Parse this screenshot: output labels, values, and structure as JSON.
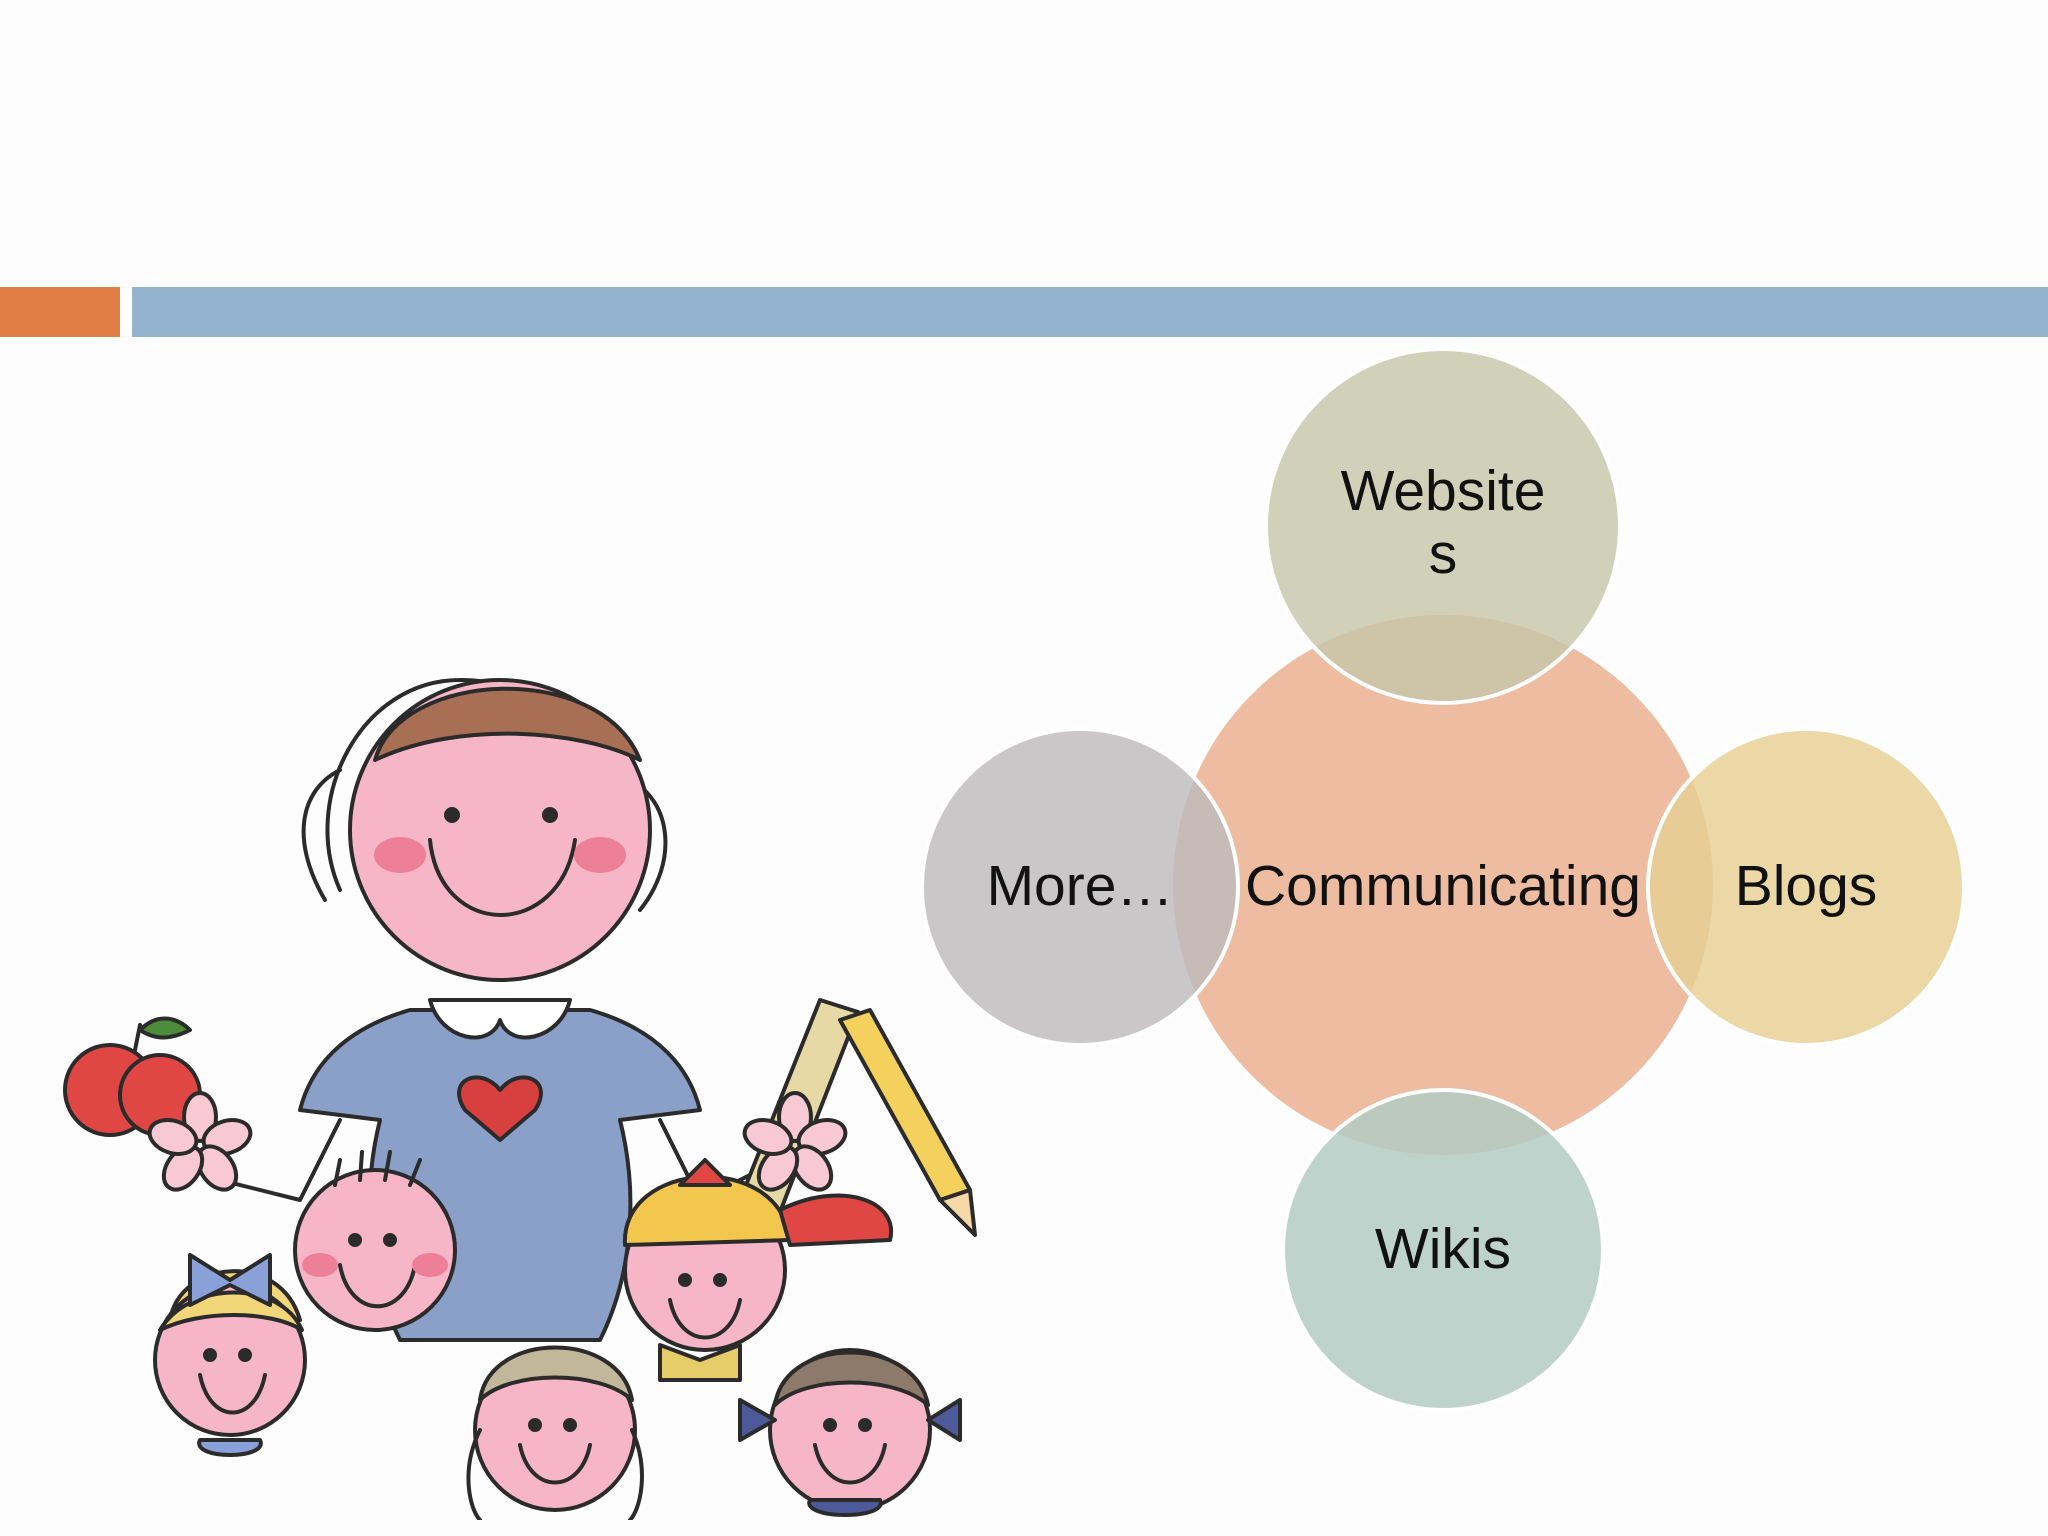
{
  "diagram": {
    "center": {
      "label": "Communicating",
      "color": "#eebca0"
    },
    "nodes": [
      {
        "id": "websites",
        "label_line1": "Website",
        "label_line2": "s",
        "color": "#d2d1b9"
      },
      {
        "id": "blogs",
        "label": "Blogs",
        "color": "#e9d6a5"
      },
      {
        "id": "wikis",
        "label": "Wikis",
        "color": "#bfd3cc"
      },
      {
        "id": "more",
        "label": "More…",
        "color": "#c6c4c4"
      }
    ]
  },
  "accent_colors": {
    "orange_bar": "#e07e46",
    "blue_bar": "#94b3cf"
  },
  "illustration": {
    "icon": "teacher-with-children-clipart"
  }
}
